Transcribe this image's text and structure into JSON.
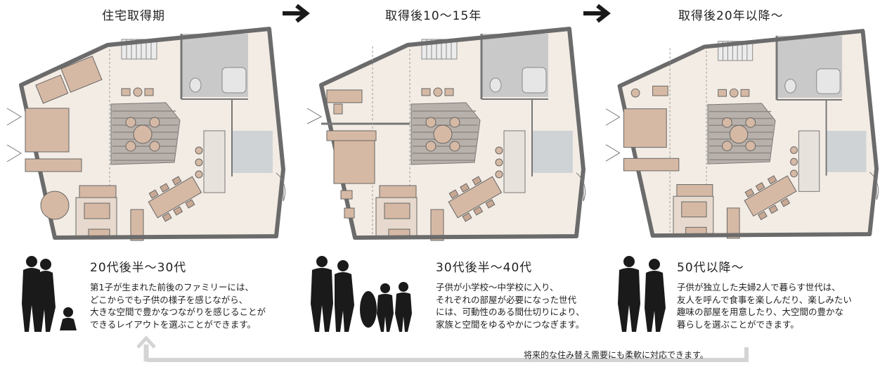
{
  "stages": [
    {
      "title": "住宅取得期",
      "age": "20代後半〜30代",
      "description": "第1子が生まれた前後のファミリーには、\nどこからでも子供の様子を感じながら、\n大きな空間で豊かなつながりを感じることが\nできるレイアウトを選ぶことができます。"
    },
    {
      "title": "取得後10〜15年",
      "age": "30代後半〜40代",
      "description": "子供が小学校〜中学校に入り、\nそれぞれの部屋が必要になった世代\nには、可動性のある間仕切りにより、\n家族と空間をゆるやかにつなぎます。"
    },
    {
      "title": "取得後20年以降〜",
      "age": "50代以降〜",
      "description": "子供が独立した夫婦2人で暮らす世代は、\n友人を呼んで食事を楽しんだり、楽しみたい\n趣味の部屋を用意したり、大空間の豊かな\n暮らしを選ぶことができます。"
    }
  ],
  "footer_note": "将来的な住み替え需要にも柔軟に対応できます。",
  "colors": {
    "wall": "#6b6b6b",
    "floor": "#f3ece4",
    "furniture": "#d6b9a4",
    "wet_area": "#c7c7c7",
    "return_arrow": "#d4d4d4"
  },
  "icons": [
    "right-arrow-icon",
    "up-arrow-icon"
  ]
}
